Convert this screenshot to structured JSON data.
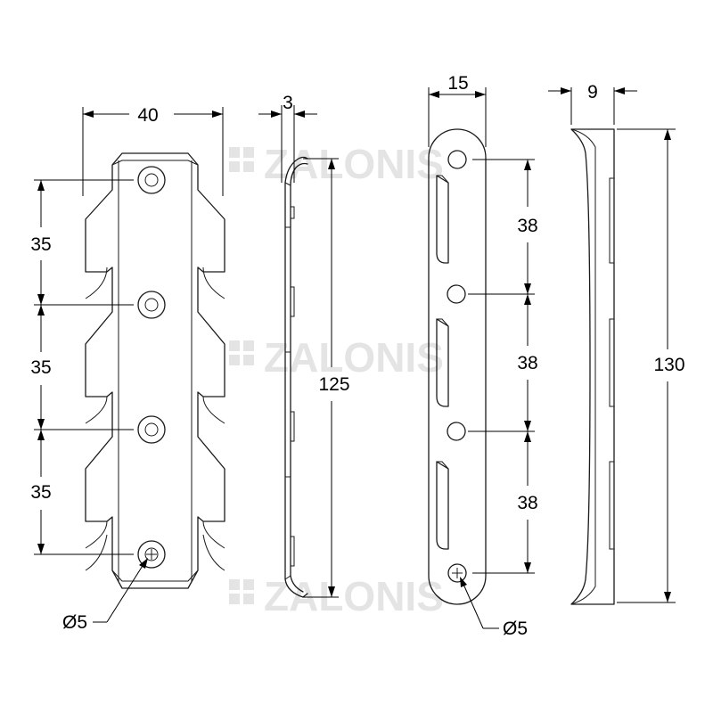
{
  "watermark": {
    "text": "ZALONIS",
    "color": "#e4e4e4"
  },
  "dimensions": {
    "left_plate_width": "40",
    "left_side_thickness": "3",
    "left_spacing_1": "35",
    "left_spacing_2": "35",
    "left_spacing_3": "35",
    "left_side_height": "125",
    "left_hole_diameter": "Ø5",
    "right_plate_width": "15",
    "right_side_thickness": "9",
    "right_spacing_1": "38",
    "right_spacing_2": "38",
    "right_spacing_3": "38",
    "right_side_height": "130",
    "right_hole_diameter": "Ø5"
  }
}
